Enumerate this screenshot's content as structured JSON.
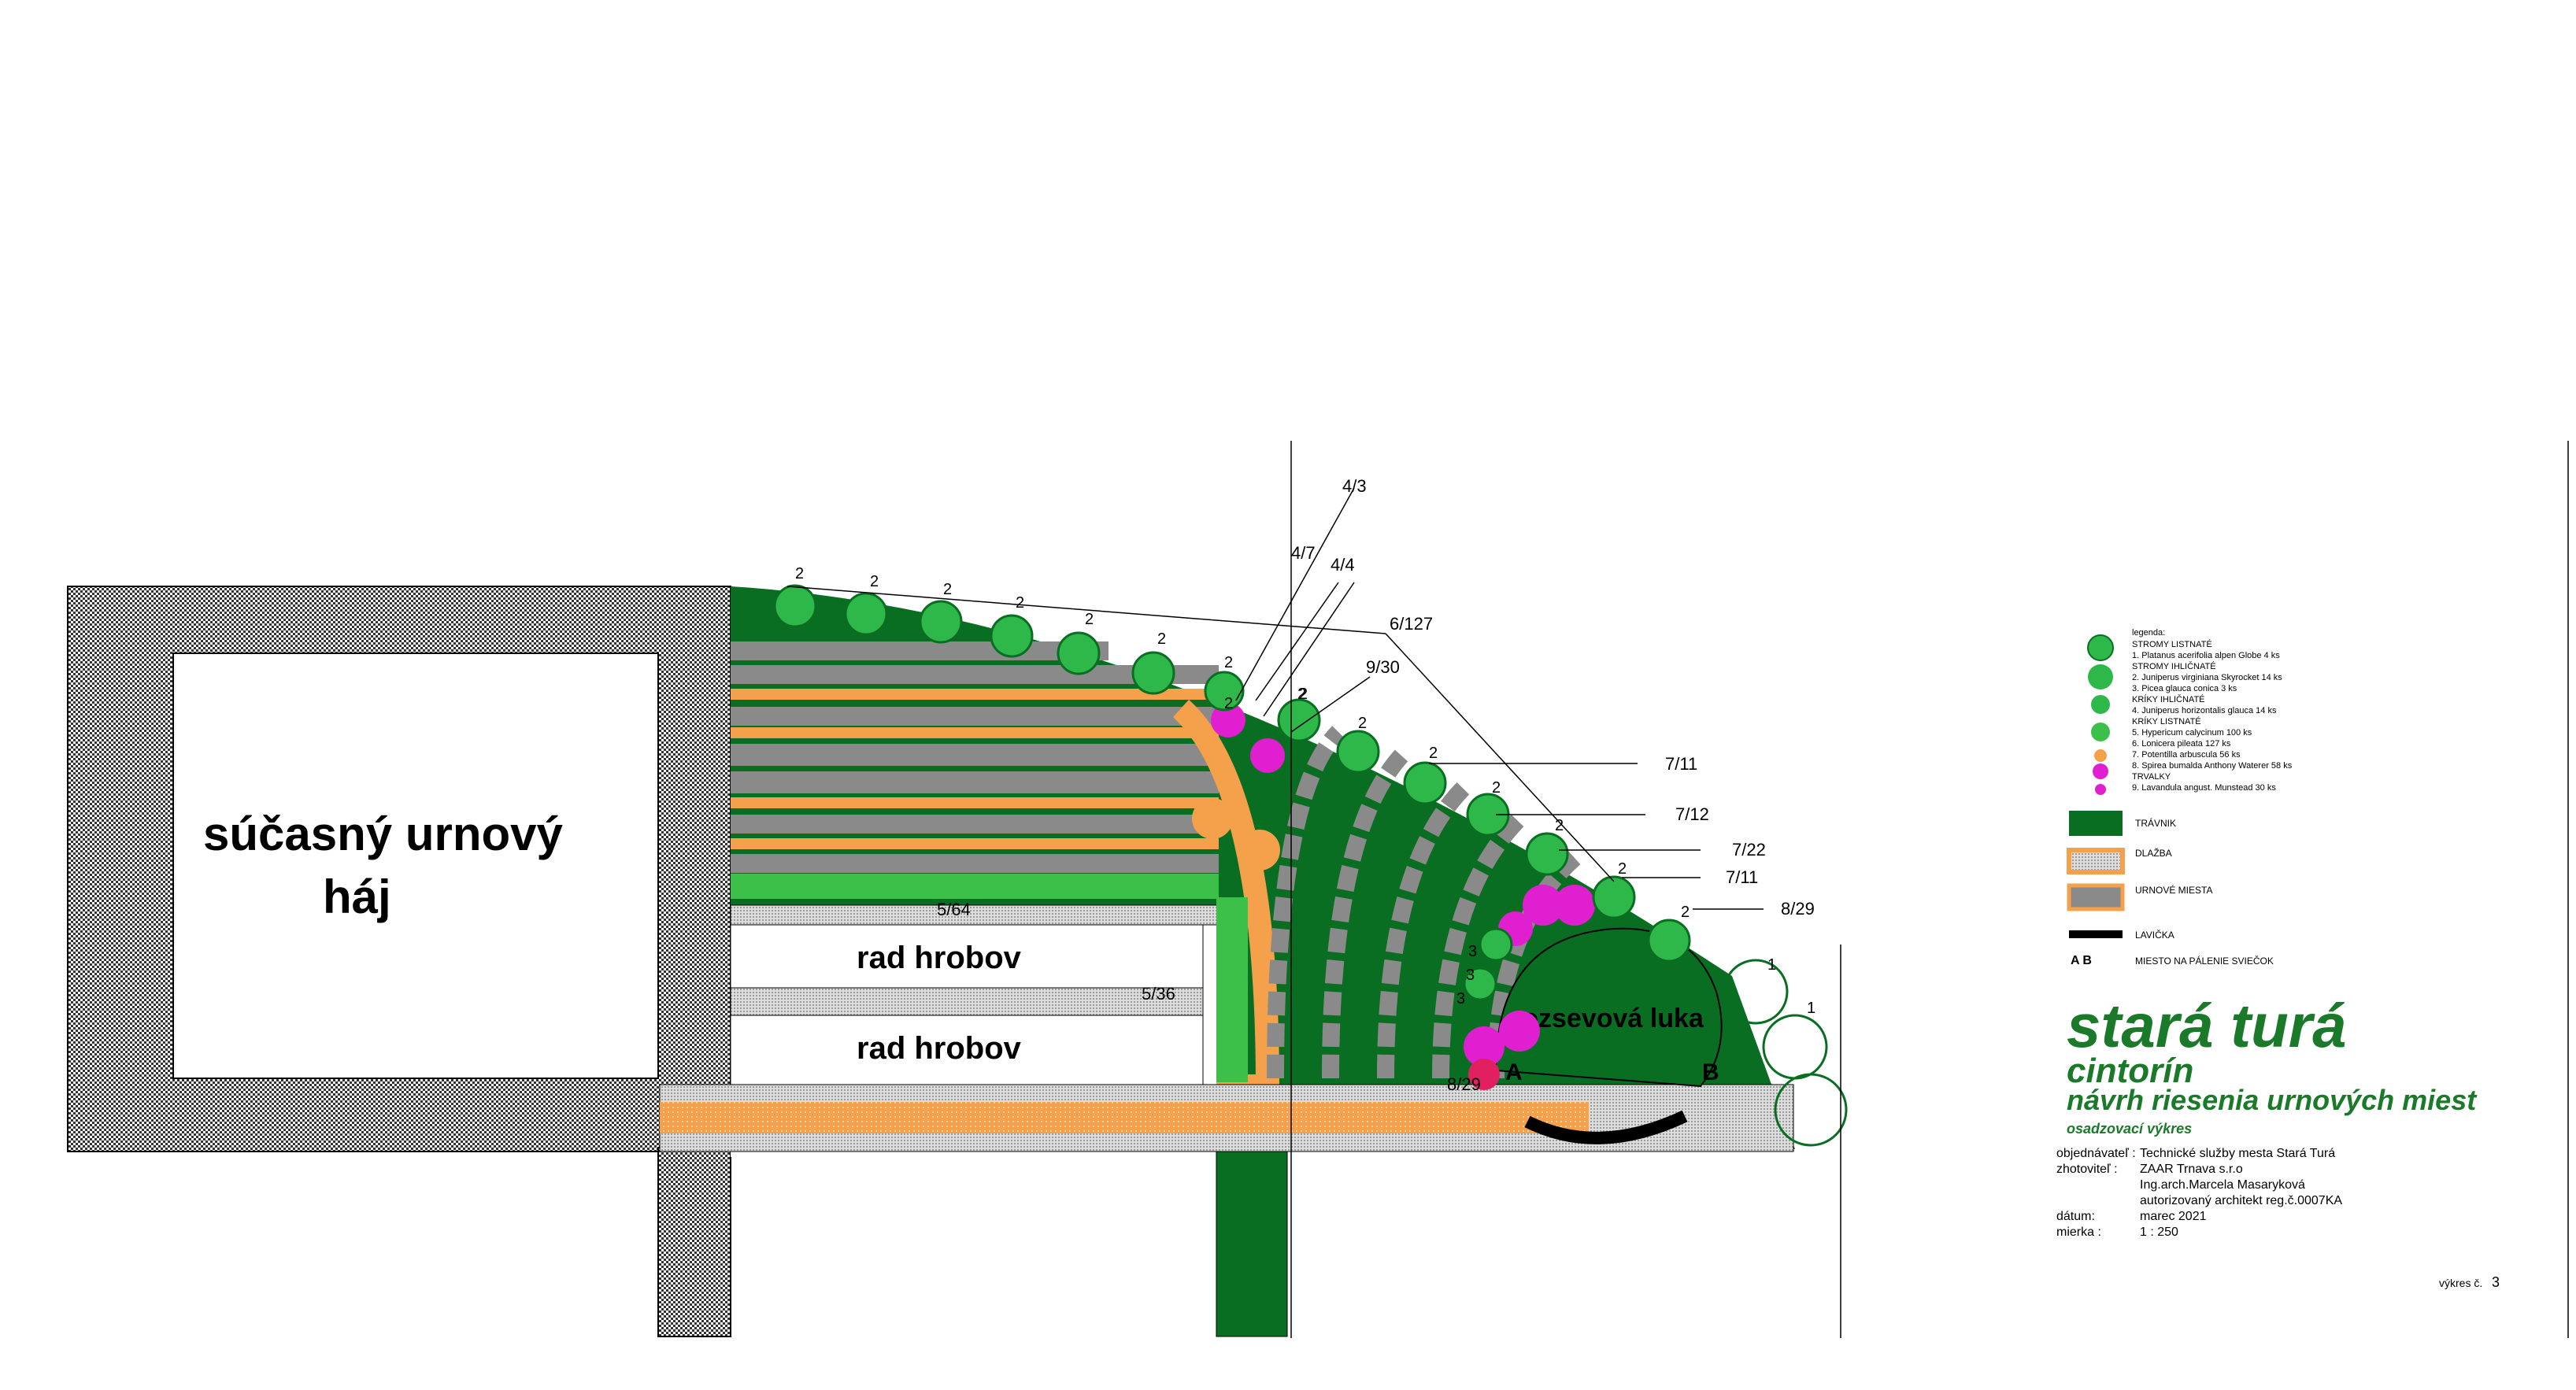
{
  "plan": {
    "existing_grove": [
      "súčasný urnový",
      "háj"
    ],
    "grave_row_1": "rad hrobov",
    "grave_row_2": "rad hrobov",
    "meadow": "rozsevová luka",
    "point_a": "A",
    "point_b": "B"
  },
  "plant_tags": {
    "t1": "2",
    "t2": "2",
    "t3": "2",
    "t4": "2",
    "t5": "2",
    "t6": "2",
    "t7": "2",
    "t8": "2",
    "t9": "2",
    "t10": "2",
    "t11": "2",
    "t12": "2",
    "t13": "2",
    "t14": "2",
    "t15": "2",
    "t16": "2",
    "c1": "4/3",
    "c2": "4/7",
    "c3": "4/4",
    "c4": "6/127",
    "c5": "9/30",
    "c6": "7/11",
    "c7": "7/12",
    "c8": "7/22",
    "c9": "7/11",
    "c10": "8/29",
    "c11": "5/64",
    "c12": "5/36",
    "c13": "8/29",
    "s1": "3",
    "s2": "3",
    "s3": "3",
    "n1": "1",
    "n2": "1"
  },
  "legend": {
    "heading": "legenda:",
    "lines": [
      "STROMY  LISTNATÉ",
      "1. Platanus acerifolia  alpen Globe   4 ks",
      "STROMY  IHLIČNATÉ",
      "2. Juniperus  virginiana Skyrocket  14 ks",
      "3. Picea glauca conica   3 ks",
      "KRÍKY  IHLIČNATÉ",
      "4. Juniperus horizontalis glauca 14 ks",
      "KRÍKY  LISTNATÉ",
      "5. Hypericum calycinum 100 ks",
      "6. Lonicera pileata  127 ks",
      "7. Potentilla arbuscula  56 ks",
      "8. Spirea bumalda Anthony Waterer  58 ks",
      "TRVALKY",
      "9. Lavandula angust. Munstead 30 ks"
    ],
    "items": {
      "lawn": "TRÁVNIK",
      "paving": "DLAŽBA",
      "urn_places": "URNOVÉ  MIESTA",
      "bench": "LAVIČKA",
      "ab_symbol": "A  B",
      "candles": "MIESTO NA PÁLENIE  SVIEČOK"
    }
  },
  "title_block": {
    "title": "stará turá",
    "subtitle1": "cintorín",
    "subtitle2": "návrh riesenia urnových miest",
    "subtitle3": "osadzovací výkres",
    "rows": [
      [
        "objednávateľ :",
        "Technické služby mesta Stará Turá"
      ],
      [
        "zhotoviteľ :",
        "ZAAR Trnava s.r.o"
      ],
      [
        "",
        "Ing.arch.Marcela Masaryková"
      ],
      [
        "",
        "autorizovaný architekt reg.č.0007KA"
      ],
      [
        "dátum:",
        "marec 2021"
      ],
      [
        "mierka :",
        "1 : 250"
      ]
    ],
    "sheet_label": "výkres č.",
    "sheet_no": "3"
  },
  "colors": {
    "green": "#0a6e22",
    "light_green": "#2fb84a",
    "orange": "#f5a04a",
    "magenta": "#e020d0",
    "gray": "#8a8a8a"
  }
}
